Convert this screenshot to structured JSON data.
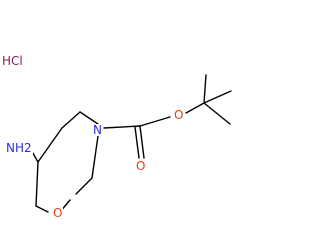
{
  "salt": {
    "h": "H",
    "cl": "Cl"
  },
  "atoms": {
    "amine": "NH2",
    "ring_nitrogen": "N",
    "ring_oxygen": "O",
    "ester_oxygen": "O",
    "carbonyl_oxygen": "O"
  },
  "colors": {
    "bond": "#000000",
    "chlorine": "#8e1b5d",
    "nitrogen": "#2d2de6",
    "oxygen": "#ea3d10"
  }
}
